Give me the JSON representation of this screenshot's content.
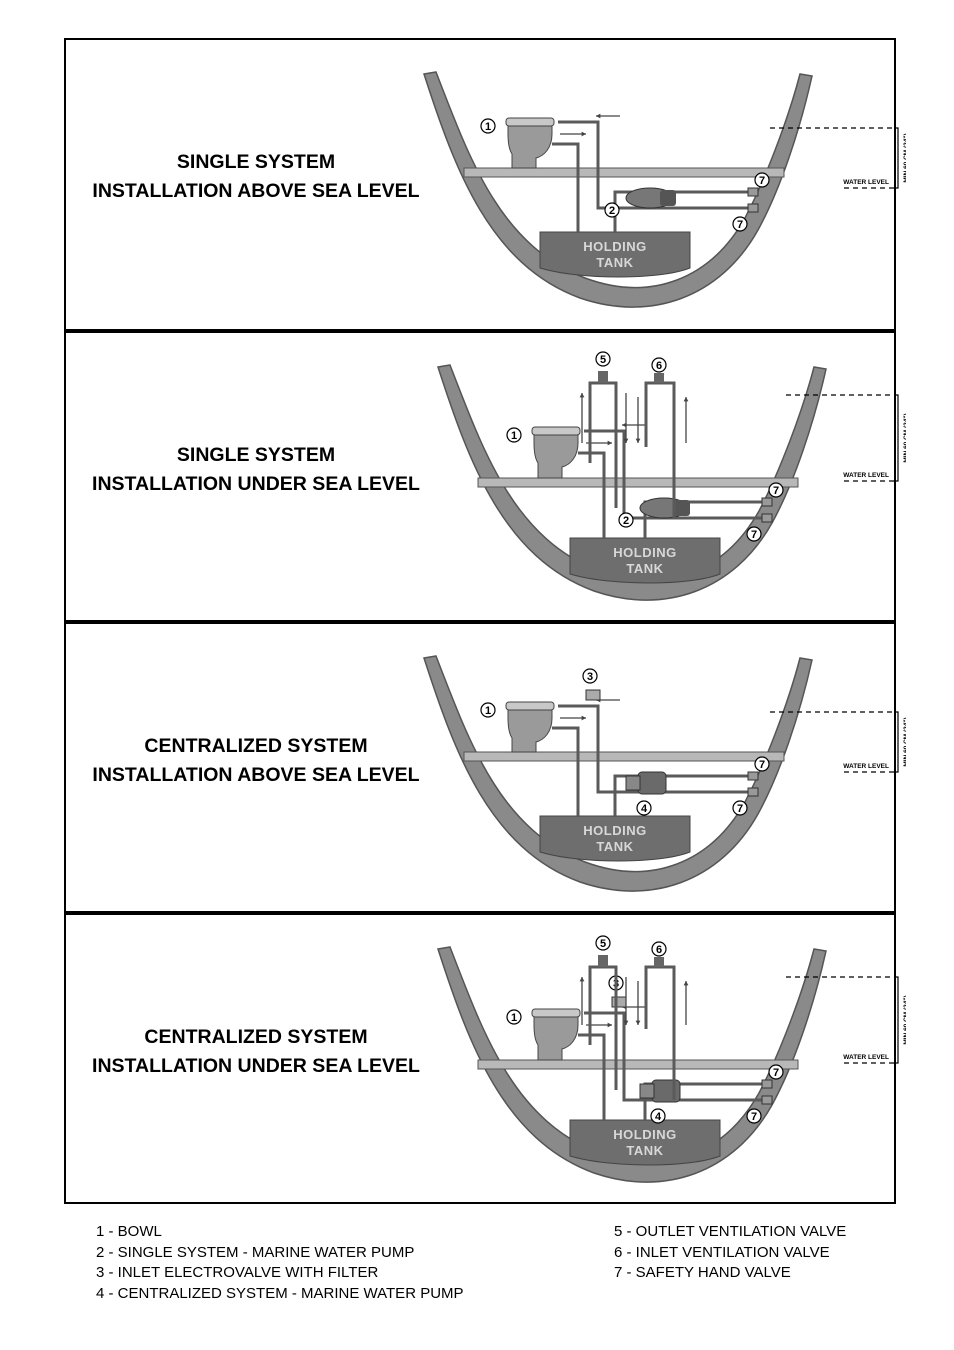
{
  "panels": [
    {
      "title_line1": "SINGLE SYSTEM",
      "title_line2": "INSTALLATION ABOVE SEA LEVEL",
      "variant": "single-above",
      "water_level_label": "WATER LEVEL",
      "min_label": "MIN 60 CM (24\")",
      "tank_line1": "HOLDING",
      "tank_line2": "TANK",
      "markers": [
        "1",
        "2",
        "7",
        "7"
      ]
    },
    {
      "title_line1": "SINGLE SYSTEM",
      "title_line2": "INSTALLATION UNDER SEA LEVEL",
      "variant": "single-under",
      "water_level_label": "WATER LEVEL",
      "min_label": "MIN 60 CM (24\")",
      "tank_line1": "HOLDING",
      "tank_line2": "TANK",
      "markers": [
        "1",
        "2",
        "5",
        "6",
        "7",
        "7"
      ]
    },
    {
      "title_line1": "CENTRALIZED SYSTEM",
      "title_line2": "INSTALLATION ABOVE SEA LEVEL",
      "variant": "central-above",
      "water_level_label": "WATER LEVEL",
      "min_label": "MIN 60 CM (24\")",
      "tank_line1": "HOLDING",
      "tank_line2": "TANK",
      "markers": [
        "1",
        "3",
        "4",
        "7",
        "7"
      ]
    },
    {
      "title_line1": "CENTRALIZED SYSTEM",
      "title_line2": "INSTALLATION UNDER SEA LEVEL",
      "variant": "central-under",
      "water_level_label": "WATER LEVEL",
      "min_label": "MIN 60 CM (24\")",
      "tank_line1": "HOLDING",
      "tank_line2": "TANK",
      "markers": [
        "1",
        "3",
        "4",
        "5",
        "6",
        "7",
        "7"
      ]
    }
  ],
  "legend": {
    "left": [
      "1 - BOWL",
      "2 - SINGLE SYSTEM - MARINE WATER PUMP",
      "3 - INLET ELECTROVALVE WITH FILTER",
      "4 - CENTRALIZED SYSTEM - MARINE WATER PUMP"
    ],
    "right": [
      "5 - OUTLET VENTILATION VALVE",
      "6 - INLET VENTILATION VALVE",
      "7 - SAFETY HAND VALVE"
    ]
  },
  "colors": {
    "hull": "#8a8a8a",
    "hull_dark": "#555555",
    "tank": "#6e6e6e",
    "deck": "#b8b8b8",
    "bowl": "#9a9a9a",
    "pipe": "#5a5a5a"
  }
}
